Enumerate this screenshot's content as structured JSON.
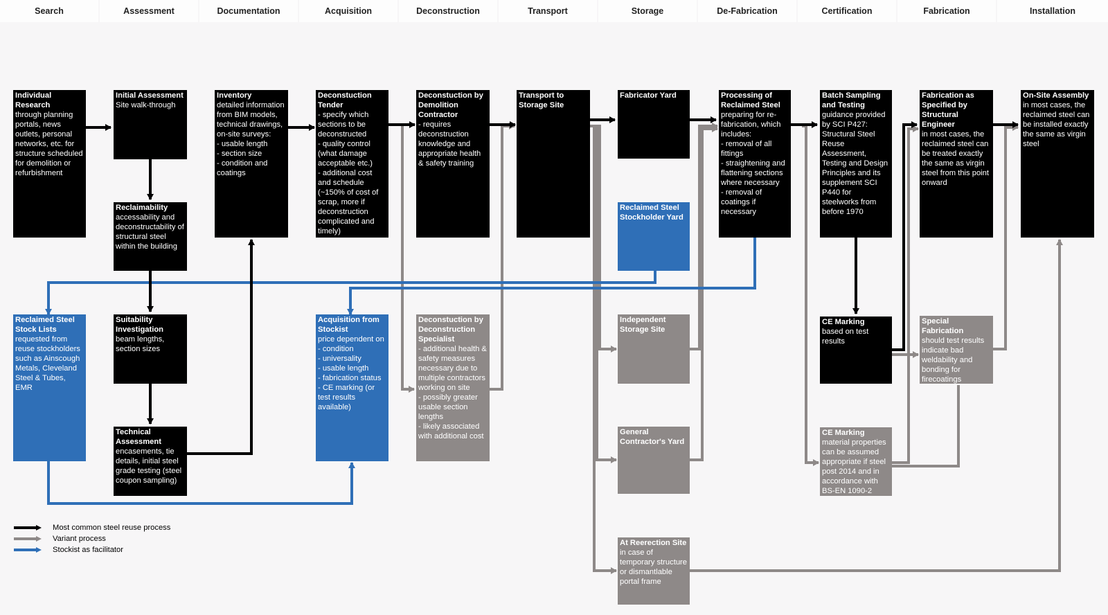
{
  "colors": {
    "black": "#000000",
    "grey": "#8e8988",
    "blue": "#2f6fb7",
    "background": "#f7f6f7",
    "header": "#fdfdfd"
  },
  "headers": [
    "Search",
    "Assessment",
    "Documentation",
    "Acquisition",
    "Deconstruction",
    "Transport",
    "Storage",
    "De-Fabrication",
    "Certification",
    "Fabrication",
    "Installation"
  ],
  "boxes": {
    "individual_research": {
      "title": "Individual Research",
      "desc": "through planning portals, news outlets, personal networks, etc. for structure scheduled for demolition or refurbishment",
      "type": "black"
    },
    "initial_assessment": {
      "title": "Initial Assessment",
      "desc": "Site walk-through",
      "type": "black"
    },
    "reclaimability": {
      "title": "Reclaimability",
      "desc": "accessability and deconstructability of structural steel within the building",
      "type": "black"
    },
    "suitability": {
      "title": "Suitability Investigation",
      "desc": "beam lengths, section sizes",
      "type": "black"
    },
    "technical_assessment": {
      "title": "Technical Assessment",
      "desc": "encasements, tie details, initial steel grade testing (steel coupon sampling)",
      "type": "black"
    },
    "inventory": {
      "title": "Inventory",
      "desc": "detailed information from BIM models, technical drawings, on-site surveys:\n- usable length\n- section size\n- condition and coatings",
      "type": "black"
    },
    "stock_lists": {
      "title": "Reclaimed Steel Stock Lists",
      "desc": "requested from reuse stockholders such as Ainscough Metals, Cleveland Steel & Tubes, EMR",
      "type": "blue"
    },
    "tender": {
      "title": "Deconstuction Tender",
      "desc": "- specify which sections to be deconstructed\n- quality control (what damage acceptable etc.)\n- additional cost and schedule (~150% of cost of scrap, more if deconstruction complicated and timely)",
      "type": "black"
    },
    "acquisition_stockist": {
      "title": "Acquisition from Stockist",
      "desc": "price dependent on\n- condition\n- universality\n- usable length\n- fabrication status\n- CE marking (or test results available)",
      "type": "blue"
    },
    "demolition_contractor": {
      "title": "Deconstuction by Demolition Contractor",
      "desc": "- requires deconstruction knowledge and appropriate health & safety training",
      "type": "black"
    },
    "deconstruction_specialist": {
      "title": "Deconstuction by Deconstruction Specialist",
      "desc": "- additional health & safety measures necessary due to multiple contractors working on site\n- possibly greater usable section lengths\n- likely associated with additional cost",
      "type": "grey"
    },
    "transport": {
      "title": "Transport to Storage Site",
      "desc": "",
      "type": "black"
    },
    "fabricator_yard": {
      "title": "Fabricator Yard",
      "desc": "",
      "type": "black"
    },
    "stockholder_yard": {
      "title": "Reclaimed Steel Stockholder Yard",
      "desc": "",
      "type": "blue"
    },
    "independent_storage": {
      "title": "Independent Storage Site",
      "desc": "",
      "type": "grey"
    },
    "contractor_yard": {
      "title": "General Contractor's Yard",
      "desc": "",
      "type": "grey"
    },
    "reerection_site": {
      "title": "At Reerection Site",
      "desc": "in case of temporary structure or dismantlable portal frame",
      "type": "grey"
    },
    "processing": {
      "title": "Processing of Reclaimed Steel",
      "desc": "preparing for re-fabrication, which includes:\n- removal of all fittings\n- straightening and flattening sections where necessary\n- removal of coatings if necessary",
      "type": "black"
    },
    "batch_sampling": {
      "title": "Batch Sampling and Testing",
      "desc": "guidance provided by SCI P427: Structural Steel Reuse Assessment, Testing and Design Principles and its supplement SCI P440 for steelworks from before 1970",
      "type": "black"
    },
    "ce_marking_test": {
      "title": "CE Marking",
      "desc": "based on test results",
      "type": "black"
    },
    "ce_marking_assumed": {
      "title": "CE Marking",
      "desc": "material properties can be assumed appropriate if steel post 2014 and in accordance with BS-EN 1090-2",
      "type": "grey"
    },
    "fabrication_specified": {
      "title": "Fabrication as Specified by Structural Engineer",
      "desc": "in most cases, the reclaimed steel can be treated exactly the same as virgin steel from this point onward",
      "type": "black"
    },
    "special_fabrication": {
      "title": "Special Fabrication",
      "desc": "should test results indicate bad weldability and bonding for firecoatings",
      "type": "grey"
    },
    "onsite_assembly": {
      "title": "On-Site Assembly",
      "desc": "in most cases, the reclaimed steel can be installed exactly the same as virgin steel",
      "type": "black"
    }
  },
  "legend": [
    {
      "label": "Most common steel reuse process",
      "color": "#000000"
    },
    {
      "label": "Variant process",
      "color": "#8e8988"
    },
    {
      "label": "Stockist as facilitator",
      "color": "#2f6fb7"
    }
  ]
}
